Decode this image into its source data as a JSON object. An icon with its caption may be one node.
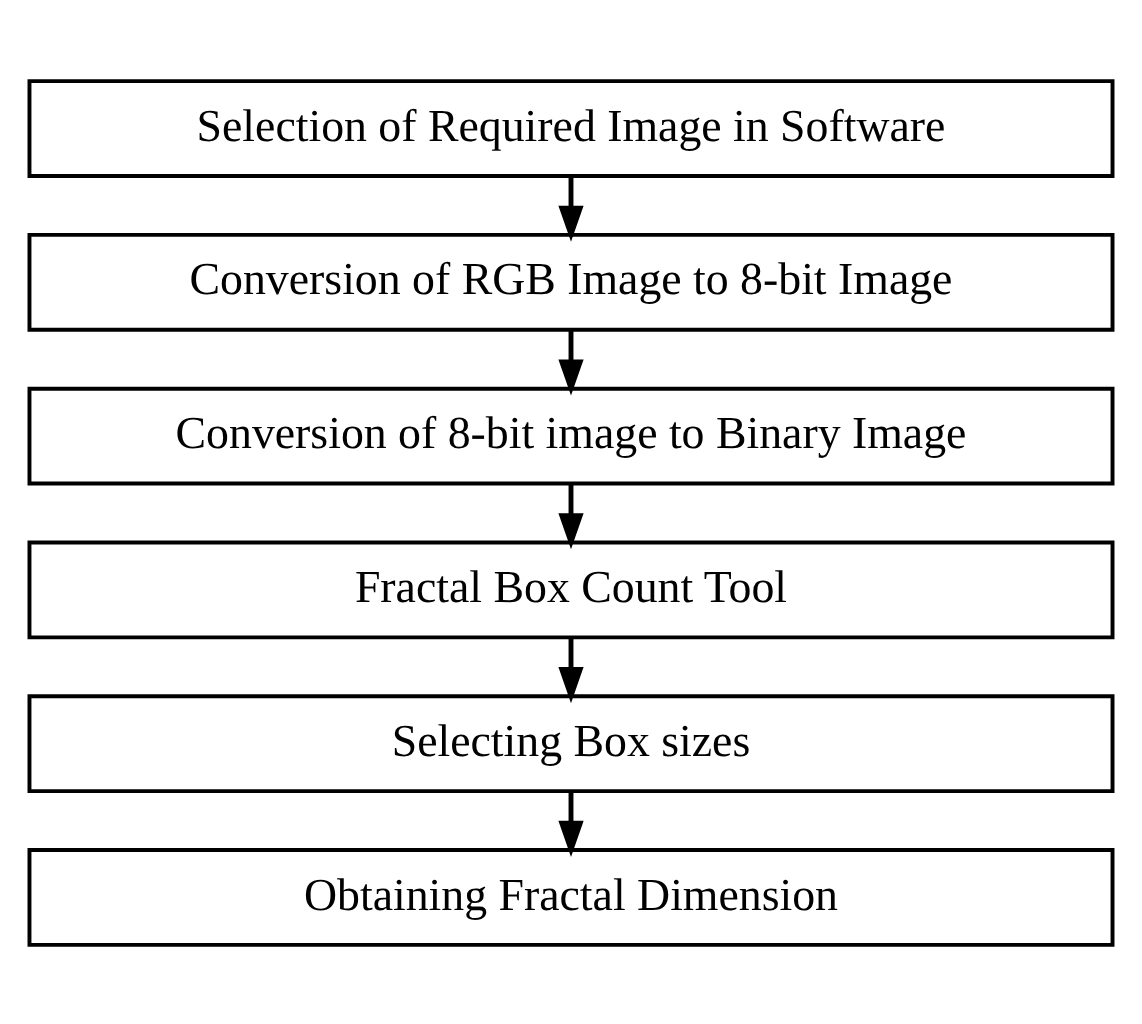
{
  "diagram": {
    "nodes": [
      {
        "text": [
          "Selection of Required Image in Software"
        ]
      },
      {
        "text": [
          "Conversion of RGB Image to 8-bit Image"
        ]
      },
      {
        "text": [
          "Conversion of 8-bit image to Binary Image"
        ]
      },
      {
        "text": [
          "Fractal Box Count Tool"
        ]
      },
      {
        "text": [
          "Selecting Box sizes"
        ]
      },
      {
        "text": [
          "Obtaining Fractal Dimension"
        ]
      }
    ],
    "edges": [
      {
        "from": 0,
        "to": 1,
        "arrow": "to"
      },
      {
        "from": 1,
        "to": 2,
        "arrow": "to"
      },
      {
        "from": 2,
        "to": 3,
        "arrow": "to"
      },
      {
        "from": 3,
        "to": 4,
        "arrow": "to"
      },
      {
        "from": 4,
        "to": 5,
        "arrow": "to"
      }
    ]
  }
}
